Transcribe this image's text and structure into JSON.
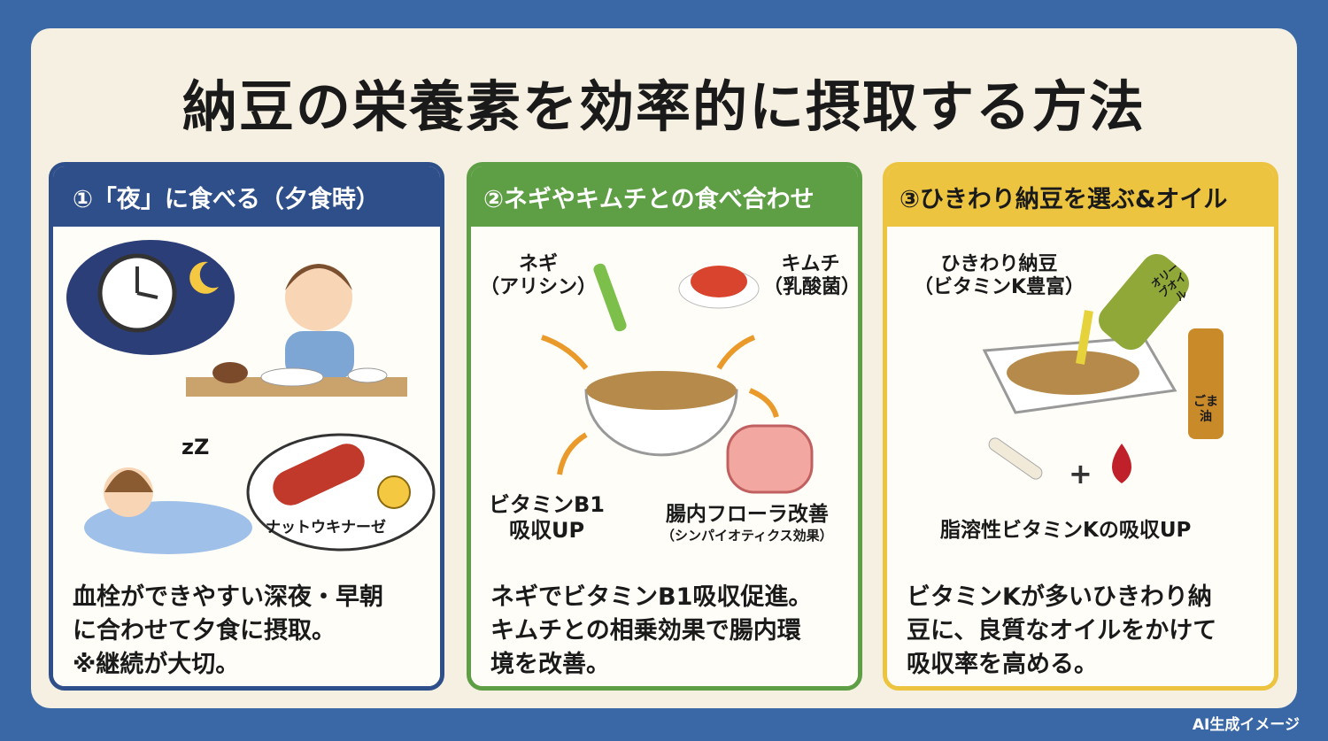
{
  "title": "納豆の栄養素を効率的に摂取する方法",
  "colors": {
    "frame": "#3a68a6",
    "card1": "#2e4f8a",
    "card2": "#5e9e45",
    "card3": "#ecc440"
  },
  "cards": [
    {
      "header": "①「夜」に食べる（夕食時）",
      "labels": {
        "enzyme": "ナットウキナーゼ",
        "sleep": "zZ"
      },
      "text": [
        "血栓ができやすい深夜・早朝",
        "に合わせて夕食に摂取。",
        "※継続が大切。"
      ]
    },
    {
      "header": "②ネギやキムチとの食べ合わせ",
      "labels": {
        "negi": "ネギ",
        "negi_sub": "（アリシン）",
        "kimchi": "キムチ",
        "kimchi_sub": "（乳酸菌）",
        "b1": "ビタミンB1",
        "b1_sub": "吸収UP",
        "flora": "腸内フローラ改善",
        "flora_sub": "（シンパイオティクス効果）"
      },
      "text": [
        "ネギでビタミンB1吸収促進。",
        "キムチとの相乗効果で腸内環",
        "境を改善。"
      ]
    },
    {
      "header": "③ひきわり納豆を選ぶ&オイル",
      "labels": {
        "hikiwari": "ひきわり納豆",
        "hikiwari_sub": "（ビタミンK豊富）",
        "olive": "オリーブオイル",
        "sesame": "ごま油",
        "plus": "+",
        "vitk": "脂溶性ビタミンKの吸収UP"
      },
      "text": [
        "ビタミンKが多いひきわり納",
        "豆に、良質なオイルをかけて",
        "吸収率を高める。"
      ]
    }
  ],
  "badge": "AI生成イメージ"
}
